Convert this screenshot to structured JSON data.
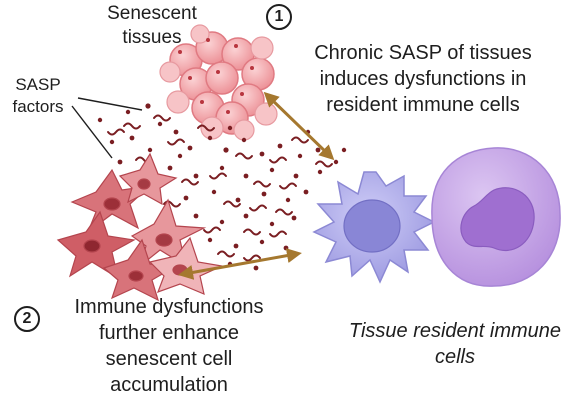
{
  "labels": {
    "senescent_tissues": [
      "Senescent",
      "tissues"
    ],
    "sasp_factors": [
      "SASP",
      "factors"
    ],
    "immune_cells": [
      "Tissue resident immune",
      "cells"
    ]
  },
  "steps": [
    {
      "number": "1",
      "text": [
        "Chronic SASP of tissues",
        "induces dysfunctions in",
        "resident immune cells"
      ]
    },
    {
      "number": "2",
      "text": [
        "Immune dysfunctions",
        "further enhance",
        "senescent cell",
        "accumulation"
      ]
    }
  ],
  "colors": {
    "arrow": "#a5782f",
    "sasp_particle": "#7a1e22",
    "tissue_cell": "#f2a6aa",
    "senescent_fibroblast": "#d8737a",
    "immune_cell": "#b6b4ee",
    "neutrophil": "#c5a8e4"
  }
}
